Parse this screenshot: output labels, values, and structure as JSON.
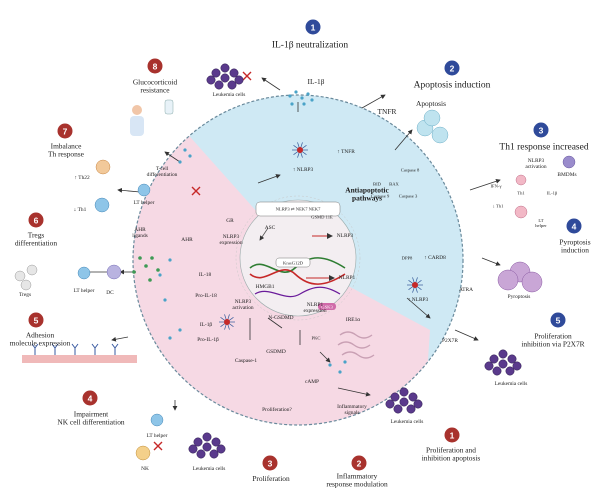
{
  "colors": {
    "blue_zone": "#cfe9f4",
    "pink_zone": "#f6d9e4",
    "inner_circle": "#f3eef1",
    "dashed_ring": "#6a8a9c",
    "badge_blue": "#2f4a9a",
    "badge_red": "#a8322d",
    "cell_purple": "#5a3a8c",
    "arrow": "#333333"
  },
  "center": {
    "nlrp3_complex": "NLRP3 ⇄ NEK7 NEK7",
    "ganzyme": "GSMD 11E",
    "asc": "ASC",
    "nlrp3_arrow": "NLRP3",
    "antiapoptotic": "Antiapoptotic\npathways",
    "nlrp1": "NLRP1",
    "kras": "KrasG12D",
    "gsk": "GSK3"
  },
  "mechanisms": {
    "m1": {
      "num": "1",
      "title": "IL-1β neutralization"
    },
    "m2": {
      "num": "2",
      "title": "Apoptosis induction"
    },
    "m3": {
      "num": "3",
      "title": "Th1 response increased"
    },
    "m4": {
      "num": "4",
      "title": "Pyroptosis\ninduction"
    },
    "m5": {
      "num": "5",
      "title": "Proliferation\ninhibition via P2X7R"
    },
    "m6": {
      "num": "8",
      "title": "Glucocorticoid\nresistance"
    },
    "p1": {
      "num": "1",
      "title": "Proliferation and\ninhibition apoptosis"
    },
    "p2": {
      "num": "2",
      "title": "Inflammatory\nresponse modulation"
    },
    "p3": {
      "num": "3",
      "title": "Proliferation"
    },
    "p4": {
      "num": "4",
      "title": "Impairment\nNK cell differentiation"
    },
    "p5": {
      "num": "5",
      "title": "Adhesion\nmolecule expression"
    },
    "p6": {
      "num": "6",
      "title": "Tregs\ndifferentiation"
    },
    "p7": {
      "num": "7",
      "title": "Imbalance\nTh response"
    }
  },
  "labels": {
    "il1b_top": "IL-1β",
    "leukemia_top": "Leukemia cells",
    "tnfr": "TNFR",
    "up_tnfr": "↑ TNFR",
    "up_nlrp3_top": "↑ NLRP3",
    "apoptosis": "Apoptosis",
    "caspase8": "Caspase 8",
    "bid": "BID",
    "bax": "BAX",
    "caspase9": "Caspase 9",
    "caspase3": "Caspase 3",
    "nlrp3_activation": "NLRP3\nactivation",
    "bmdms": "BMDMs",
    "ifn": "IFN-γ",
    "th1": "Th1",
    "il1b_right": "IL-1β",
    "down_th1": "↓ Th1",
    "lt_helper_right": "LT\nhelper",
    "dpp": "DPP8",
    "card8": "↑ CARD8",
    "up_nlrp3_right": "↑ NLRP3",
    "atra": "ATRA",
    "pyroptosis": "Pyroptosis",
    "p2x7r": "P2X7R",
    "leukemia_right": "Leukemia cells",
    "leukemia_bottom": "Leukemia cells",
    "inflammatory_signals": "Inflammatory\nsignals",
    "proliferation_q": "Proliferation?",
    "camp": "cAMP",
    "pkc": "PKC",
    "ire1a": "IRE1α",
    "nlrp1_expression": "NLRP1\nexpression",
    "gsdmd": "GSDMD",
    "n_gsdmd": "N-GSDMD",
    "caspase1": "Caspase-1",
    "pro_il1b": "Pro-IL-1β",
    "pro_il18": "Pro-IL-18",
    "il1b_left": "IL-1β",
    "il18": "IL-18",
    "hmgb1": "HMGB1",
    "nlrp3_activation_left": "NLRP3\nactivation",
    "gr": "GR",
    "ahr": "AHR",
    "ahr_ligands": "AHR\nligands",
    "nlrp3_expression": "NLRP3\nexpression",
    "tcell_diff": "T-cell\ndifferentiation",
    "th22": "↑ Th22",
    "down_th1_left": "↓ Th1",
    "lt_helper_left": "LT helper",
    "lt_helper_mid": "LT helper",
    "dc": "DC",
    "tregs": "Tregs",
    "lt_helper_bottom": "LT helper",
    "nk": "NK",
    "leukemia_left_bottom": "Leukemia cells"
  }
}
